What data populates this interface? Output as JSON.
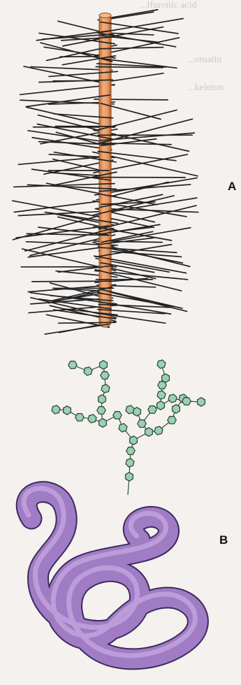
{
  "figure": {
    "panels": [
      {
        "letter": "A"
      },
      {
        "letter": "B"
      }
    ],
    "background_bleed_text": [
      "...lfuronic acid",
      "...omatin",
      "...keleton"
    ]
  },
  "colors": {
    "background": "#f4f1ef",
    "core_protein_rod": "#e69a64",
    "core_protein_stripe": "#c56f3a",
    "gag_chains": "#222222",
    "glycan_sugar_fill": "#9ccfb4",
    "glycan_sugar_stroke": "#2f4f3a",
    "glycoprotein_fill": "#a07cc4",
    "glycoprotein_highlight": "#c6a8e0",
    "glycoprotein_outline": "#3e2a5e"
  }
}
